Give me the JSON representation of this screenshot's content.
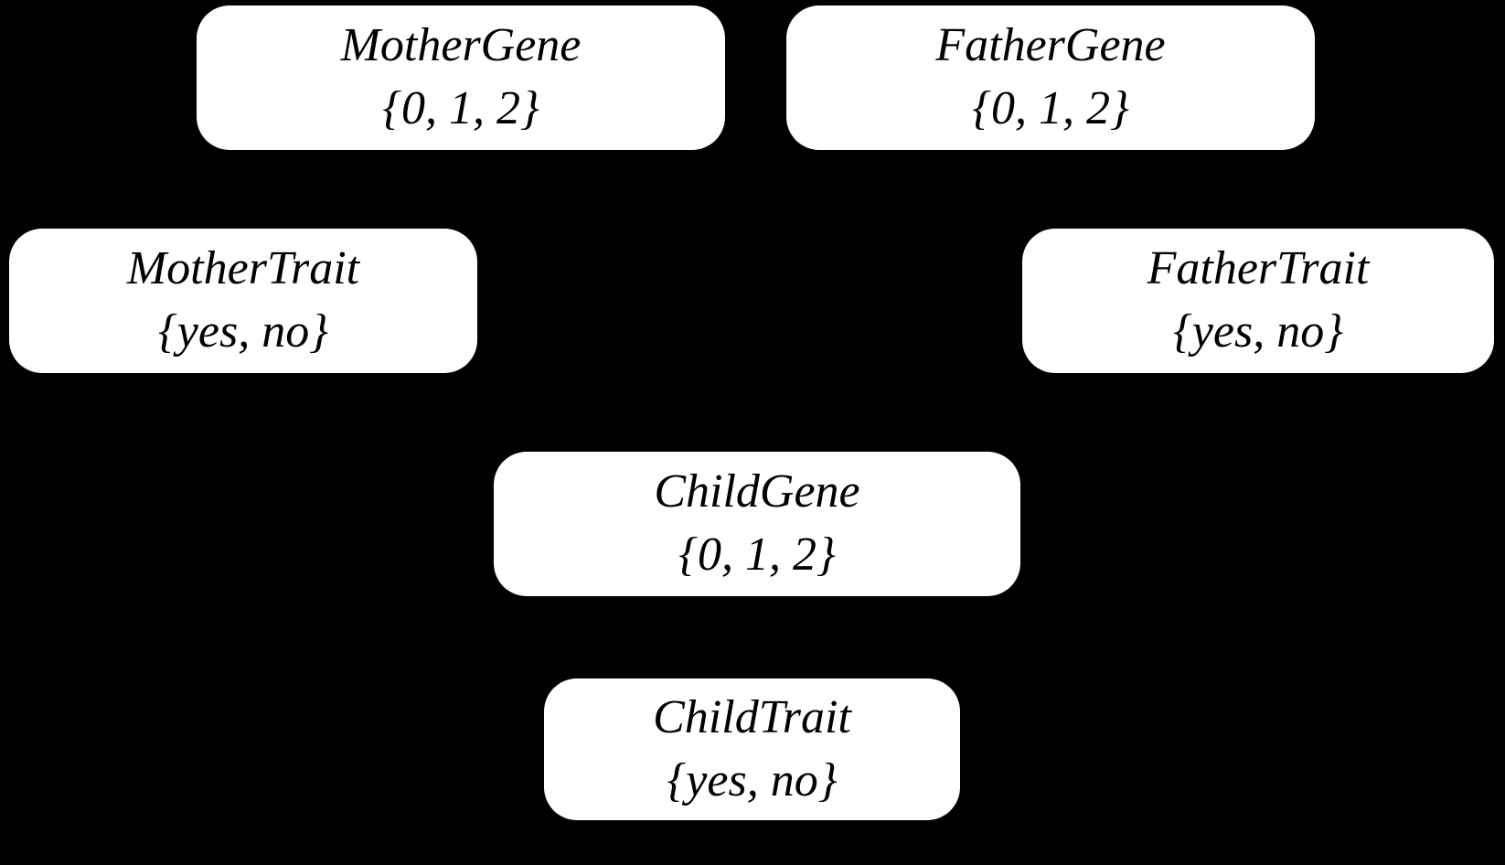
{
  "colors": {
    "background": "#000000",
    "node_fill": "#ffffff",
    "node_text": "#000000"
  },
  "diagram": {
    "type": "bayesian-network",
    "edges_visible": false,
    "nodes": [
      {
        "id": "mother-gene",
        "label": "MotherGene",
        "values": "{0, 1, 2}"
      },
      {
        "id": "father-gene",
        "label": "FatherGene",
        "values": "{0, 1, 2}"
      },
      {
        "id": "mother-trait",
        "label": "MotherTrait",
        "values": "{yes, no}"
      },
      {
        "id": "father-trait",
        "label": "FatherTrait",
        "values": "{yes, no}"
      },
      {
        "id": "child-gene",
        "label": "ChildGene",
        "values": "{0, 1, 2}"
      },
      {
        "id": "child-trait",
        "label": "ChildTrait",
        "values": "{yes, no}"
      }
    ]
  }
}
